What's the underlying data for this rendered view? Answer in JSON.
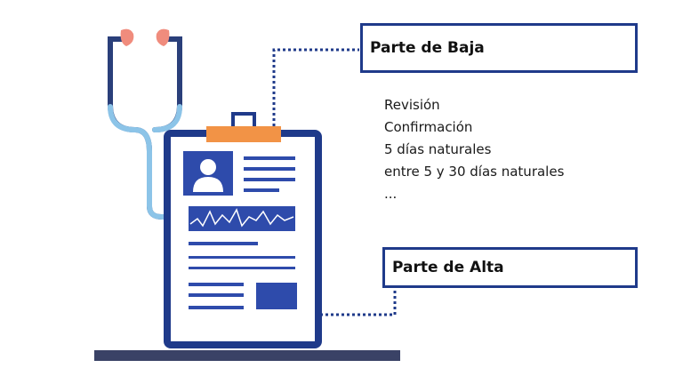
{
  "parte_baja": {
    "label": "Parte de Baja"
  },
  "parte_alta": {
    "label": "Parte de Alta"
  },
  "steps": [
    "Revisión",
    "Confirmación",
    "5 días naturales",
    "entre 5 y 30 días naturales",
    "..."
  ],
  "colors": {
    "navy": "#1f3a8a",
    "blue": "#2e4bab",
    "light_blue": "#8cc4e8",
    "orange": "#f29346",
    "ear_tip": "#f08c7d",
    "ground": "#3a4266"
  }
}
